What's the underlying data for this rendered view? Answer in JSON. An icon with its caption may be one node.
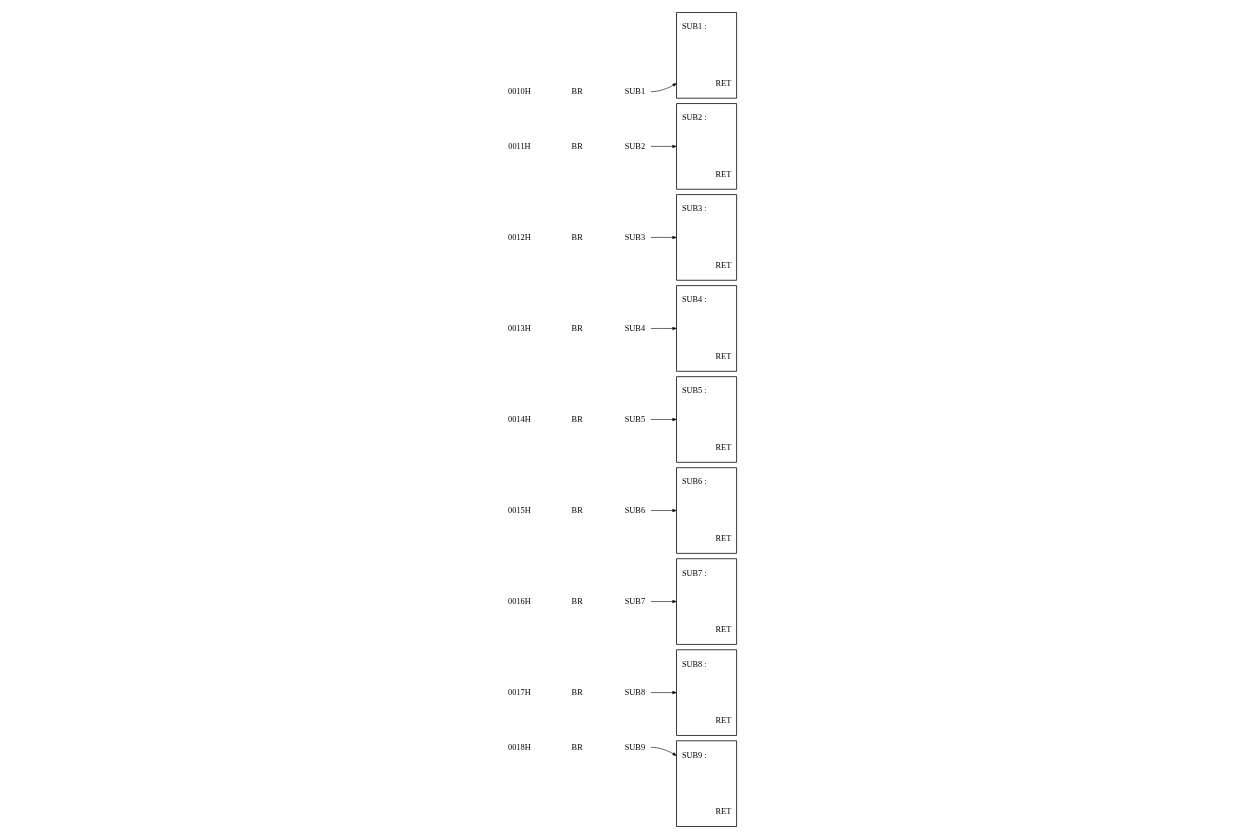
{
  "diagram": {
    "nodes": [
      {
        "text": [
          "SUB1"
        ]
      },
      {
        "text": [
          "SUB2"
        ]
      },
      {
        "text": [
          "SUB3"
        ]
      },
      {
        "text": [
          "SUB4"
        ]
      },
      {
        "text": [
          "SUB5"
        ]
      },
      {
        "text": [
          "SUB6"
        ]
      },
      {
        "text": [
          "SUB7"
        ]
      },
      {
        "text": [
          "SUB8"
        ]
      },
      {
        "text": [
          "SUB9"
        ]
      },
      {
        "text": [
          "SUB1 :",
          "RET"
        ]
      },
      {
        "text": [
          "SUB2 :",
          "RET"
        ]
      },
      {
        "text": [
          "SUB3 :",
          "RET"
        ]
      },
      {
        "text": [
          "SUB4 :",
          "RET"
        ]
      },
      {
        "text": [
          "SUB5 :",
          "RET"
        ]
      },
      {
        "text": [
          "SUB6 :",
          "RET"
        ]
      },
      {
        "text": [
          "SUB7 :",
          "RET"
        ]
      },
      {
        "text": [
          "SUB8 :",
          "RET"
        ]
      },
      {
        "text": [
          "SUB9 :",
          "RET"
        ]
      }
    ],
    "edges": [
      {
        "from": 0,
        "to": 9,
        "arrow": "to"
      },
      {
        "from": 1,
        "to": 10,
        "arrow": "to"
      },
      {
        "from": 2,
        "to": 11,
        "arrow": "to"
      },
      {
        "from": 3,
        "to": 12,
        "arrow": "to"
      },
      {
        "from": 4,
        "to": 13,
        "arrow": "to"
      },
      {
        "from": 5,
        "to": 14,
        "arrow": "to"
      },
      {
        "from": 6,
        "to": 15,
        "arrow": "to"
      },
      {
        "from": 7,
        "to": 16,
        "arrow": "to"
      },
      {
        "from": 8,
        "to": 17,
        "arrow": "to"
      }
    ],
    "labels": [
      "0010H",
      "BR",
      "0011H",
      "BR",
      "0012H",
      "BR",
      "0013H",
      "BR",
      "0014H",
      "BR",
      "0015H",
      "BR",
      "0016H",
      "BR",
      "0017H",
      "BR",
      "0018H",
      "BR"
    ]
  }
}
